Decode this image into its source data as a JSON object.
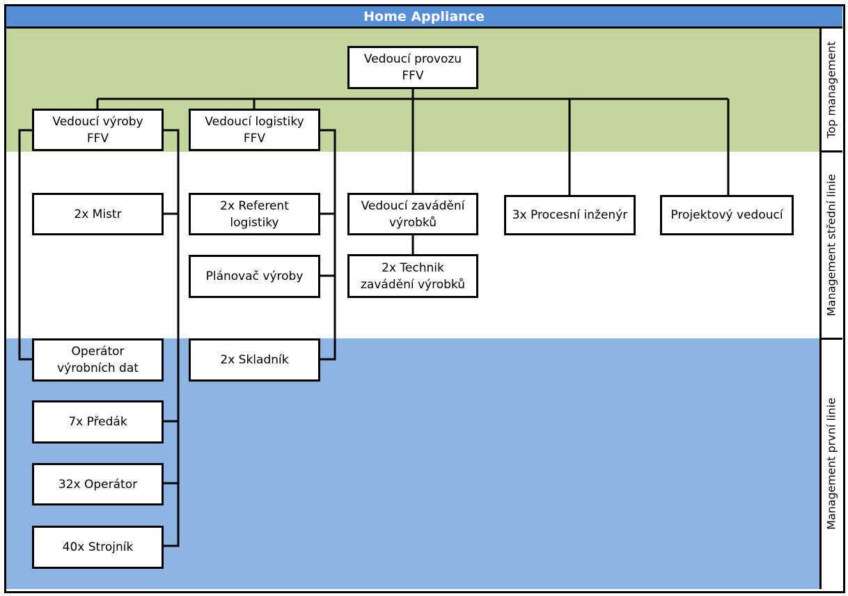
{
  "title": "Home Appliance",
  "levels": {
    "top": "Top management",
    "middle": "Management střední linie",
    "first": "Management první linie"
  },
  "nodes": {
    "vedouci_provozu": "Vedoucí provozu\nFFV",
    "vedouci_vyroby": "Vedoucí výroby\nFFV",
    "vedouci_logistiky": "Vedoucí logistiky\nFFV",
    "vedouci_zavadeni": "Vedoucí zavádění\nvýrobků",
    "procesni_inzenyr": "3x Procesní inženýr",
    "projektovy_vedouci": "Projektový vedoucí",
    "mistr": "2x Mistr",
    "referent_logistiky": "2x Referent\nlogistiky",
    "planovac_vyroby": "Plánovač výroby",
    "technik_zavadeni": "2x Technik\nzavádění výrobků",
    "operator_dat": "Operátor\nvýrobních dat",
    "skladnik": "2x Skladník",
    "predak": "7x Předák",
    "operator": "32x Operátor",
    "strojnik": "40x Strojník"
  },
  "colors": {
    "title_bar": "#558ed5",
    "top_band": "#c3d69b",
    "middle_band": "#ffffff",
    "first_band": "#8eb4e3"
  }
}
